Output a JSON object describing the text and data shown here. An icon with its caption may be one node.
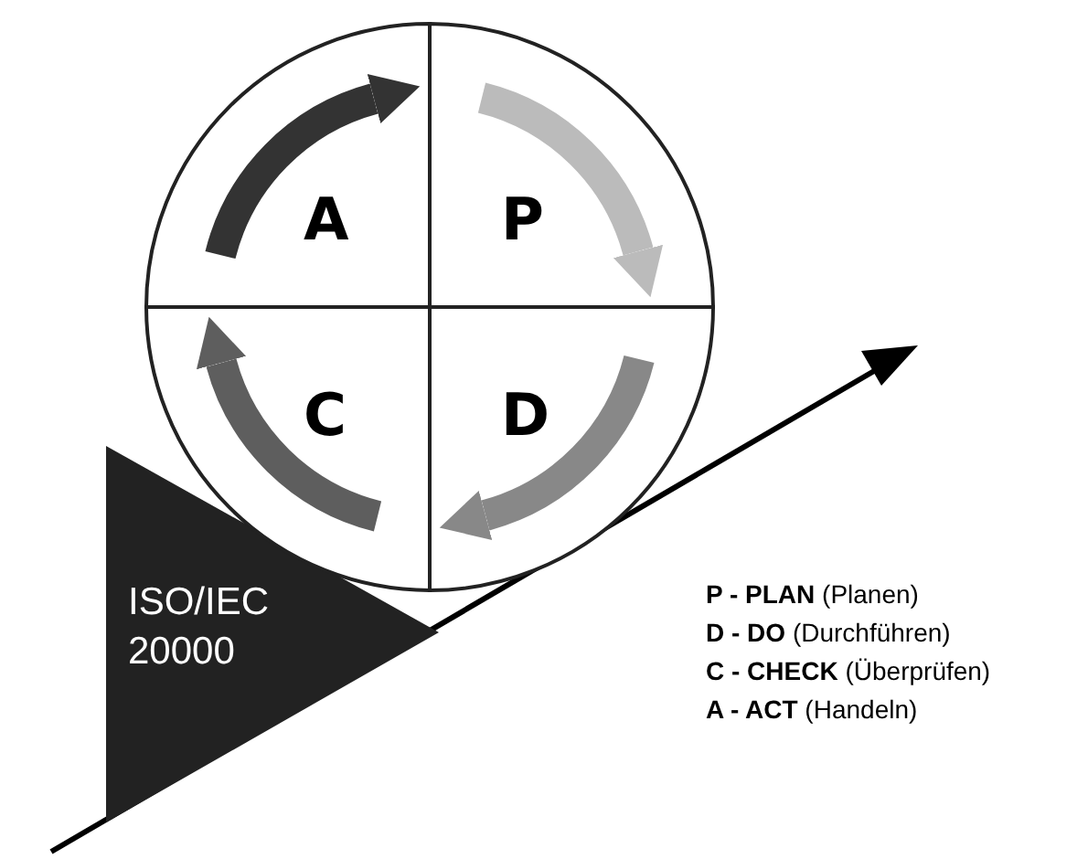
{
  "diagram": {
    "nodes": [
      {
        "text": [
          "A"
        ]
      },
      {
        "text": [
          "P"
        ]
      },
      {
        "text": [
          "C"
        ]
      },
      {
        "text": [
          "D"
        ]
      },
      {
        "text": [
          "ISO/IEC 20000"
        ]
      }
    ],
    "edges": [
      {
        "from": 0,
        "to": 1,
        "arrow": "to",
        "color": "#333333"
      },
      {
        "from": 1,
        "to": 3,
        "arrow": "to",
        "color": "#bbbbbb"
      },
      {
        "from": 3,
        "to": 2,
        "arrow": "to",
        "color": "#888888"
      },
      {
        "from": 2,
        "to": 0,
        "arrow": "to",
        "color": "#5e5e5e"
      }
    ],
    "labels": [
      "**P - PLAN** (Planen)",
      "**D - DO** (Durchführen)",
      "**C - CHECK** (Überprüfen)",
      "**A - ACT** (Handeln)"
    ]
  }
}
